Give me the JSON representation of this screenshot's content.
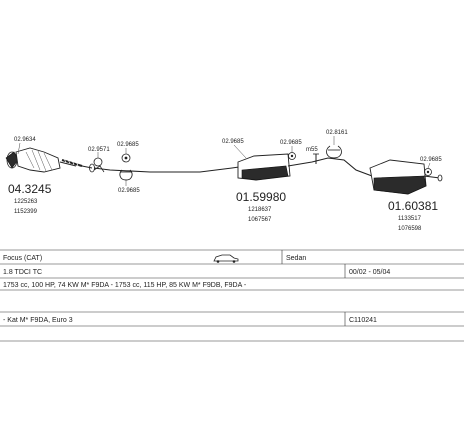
{
  "parts": {
    "cat_front": {
      "tag": "02.9634",
      "code": "04.3245",
      "ref1": "1225263",
      "ref2": "1152399"
    },
    "hanger_a": {
      "tag": "02.9571"
    },
    "hanger_b": {
      "tag": "02.9685"
    },
    "clamp_c": {
      "tag": "02.9685"
    },
    "middle": {
      "tag": "02.9685",
      "code": "01.59980",
      "ref1": "1218637",
      "ref2": "1067567"
    },
    "middle_hang": {
      "tag": "02.9685"
    },
    "connector": {
      "tag": "m55"
    },
    "rear_clamp": {
      "tag": "02.8161"
    },
    "rear_hang": {
      "tag": "02.9685"
    },
    "rear": {
      "code": "01.60381",
      "ref1": "1133517",
      "ref2": "1076598"
    }
  },
  "table": {
    "model": "Focus (CAT)",
    "body": "Sedan",
    "engine": "1.8 TDCI TC",
    "period": "00/02 - 05/04",
    "spec": "1753 cc, 100 HP, 74 KW M* F9DA - 1753 cc, 115 HP, 85 KW M* F9DB, F9DA -",
    "note": "- Kat M* F9DA, Euro 3",
    "ref": "C110241"
  },
  "icons": {
    "car": "sedan-car-icon"
  }
}
